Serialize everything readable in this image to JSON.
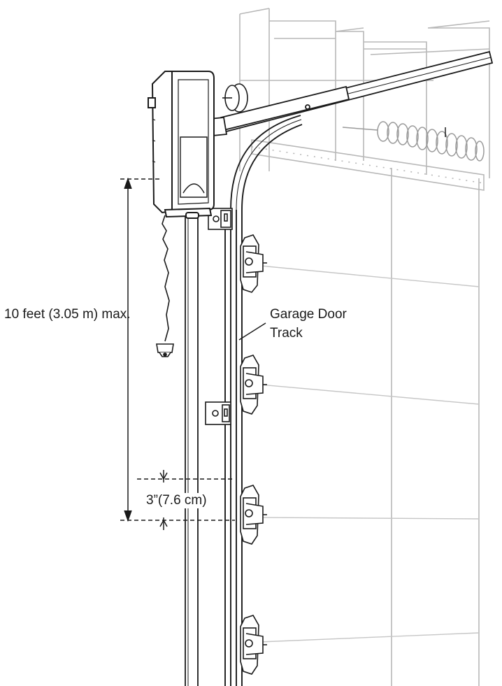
{
  "labels": {
    "max_height": "10 feet (3.05 m) max.",
    "track_line1": "Garage Door",
    "track_line2": "Track",
    "clearance": "3”(7.6 cm)"
  },
  "colors": {
    "ink": "#1a1a1a",
    "ghost": "#b8b8b8",
    "panel_line": "#c6c6c6",
    "paper": "#ffffff"
  }
}
